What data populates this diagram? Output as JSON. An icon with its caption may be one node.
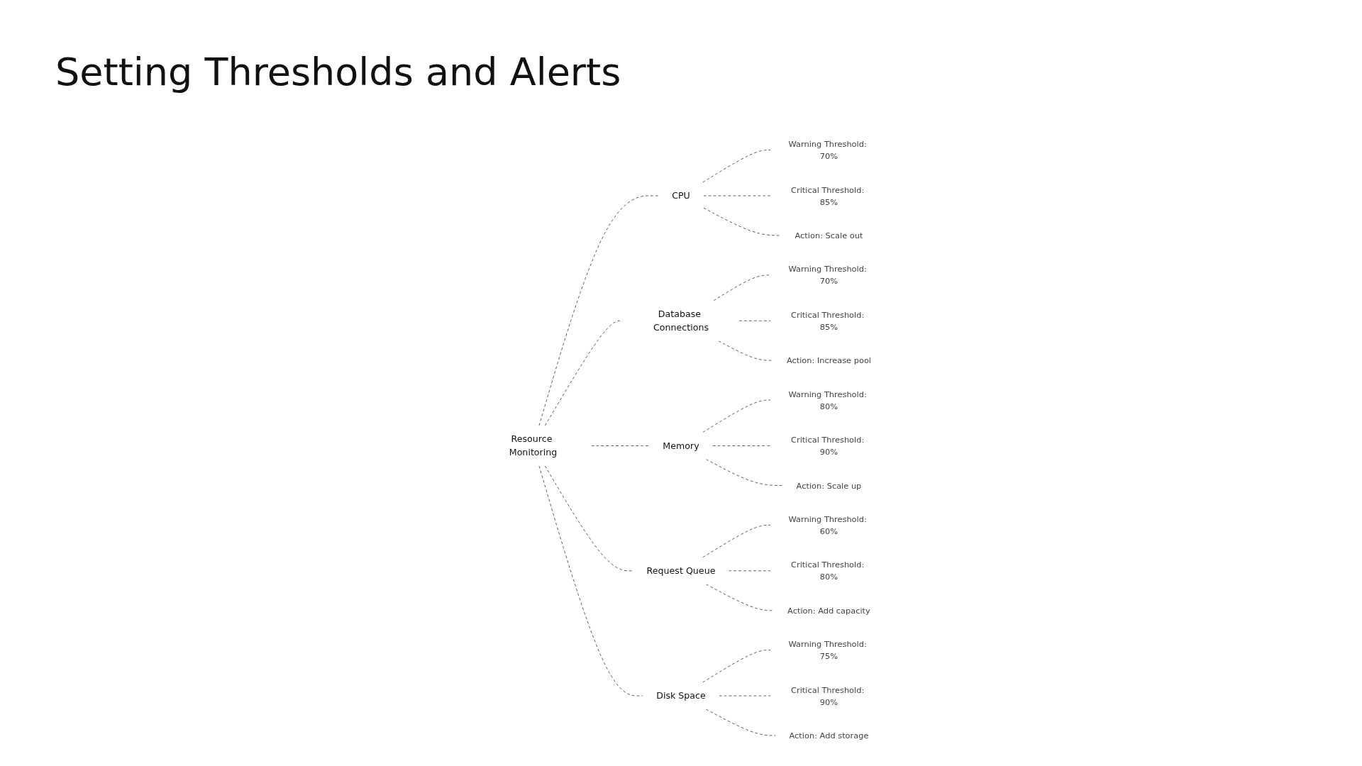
{
  "diagram": {
    "title": "Setting Thresholds and Alerts",
    "nodes": [
      {
        "text": [
          "CPU"
        ]
      },
      {
        "text": [
          "Warning Threshold: 70%"
        ]
      },
      {
        "text": [
          "Critical Threshold: 85%"
        ]
      },
      {
        "text": [
          "Action: Scale out"
        ]
      },
      {
        "text": [
          "Database Connections"
        ]
      },
      {
        "text": [
          "Warning Threshold: 70%"
        ]
      },
      {
        "text": [
          "Critical Threshold: 85%"
        ]
      },
      {
        "text": [
          "Action: Increase pool"
        ]
      },
      {
        "text": [
          "Resource Monitoring"
        ]
      },
      {
        "text": [
          "Memory"
        ]
      },
      {
        "text": [
          "Warning Threshold: 80%"
        ]
      },
      {
        "text": [
          "Critical Threshold: 90%"
        ]
      },
      {
        "text": [
          "Action: Scale up"
        ]
      },
      {
        "text": [
          "Request Queue"
        ]
      },
      {
        "text": [
          "Warning Threshold: 60%"
        ]
      },
      {
        "text": [
          "Critical Threshold: 80%"
        ]
      },
      {
        "text": [
          "Action: Add capacity"
        ]
      },
      {
        "text": [
          "Disk Space"
        ]
      },
      {
        "text": [
          "Warning Threshold: 75%"
        ]
      },
      {
        "text": [
          "Critical Threshold: 90%"
        ]
      },
      {
        "text": [
          "Action: Add storage"
        ]
      }
    ],
    "edges": [
      {
        "from": 8,
        "to": 0,
        "arrow": "none",
        "style": "dashed"
      },
      {
        "from": 8,
        "to": 4,
        "arrow": "none",
        "style": "dashed"
      },
      {
        "from": 8,
        "to": 9,
        "arrow": "none",
        "style": "dashed"
      },
      {
        "from": 8,
        "to": 13,
        "arrow": "none",
        "style": "dashed"
      },
      {
        "from": 8,
        "to": 17,
        "arrow": "none",
        "style": "dashed"
      },
      {
        "from": 0,
        "to": 1,
        "arrow": "none",
        "style": "dashed"
      },
      {
        "from": 0,
        "to": 2,
        "arrow": "none",
        "style": "dashed"
      },
      {
        "from": 0,
        "to": 3,
        "arrow": "none",
        "style": "dashed"
      },
      {
        "from": 4,
        "to": 5,
        "arrow": "none",
        "style": "dashed"
      },
      {
        "from": 4,
        "to": 6,
        "arrow": "none",
        "style": "dashed"
      },
      {
        "from": 4,
        "to": 7,
        "arrow": "none",
        "style": "dashed"
      },
      {
        "from": 9,
        "to": 10,
        "arrow": "none",
        "style": "dashed"
      },
      {
        "from": 9,
        "to": 11,
        "arrow": "none",
        "style": "dashed"
      },
      {
        "from": 9,
        "to": 12,
        "arrow": "none",
        "style": "dashed"
      },
      {
        "from": 13,
        "to": 14,
        "arrow": "none",
        "style": "dashed"
      },
      {
        "from": 13,
        "to": 15,
        "arrow": "none",
        "style": "dashed"
      },
      {
        "from": 13,
        "to": 16,
        "arrow": "none",
        "style": "dashed"
      },
      {
        "from": 17,
        "to": 18,
        "arrow": "none",
        "style": "dashed"
      },
      {
        "from": 17,
        "to": 19,
        "arrow": "none",
        "style": "dashed"
      },
      {
        "from": 17,
        "to": 20,
        "arrow": "none",
        "style": "dashed"
      }
    ]
  }
}
